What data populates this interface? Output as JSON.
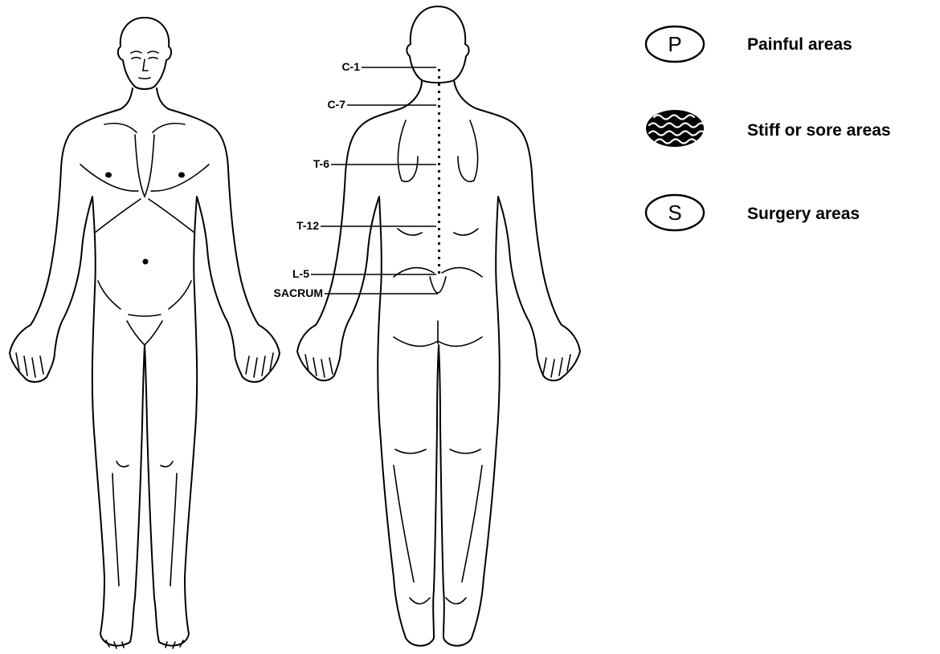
{
  "spine_levels": [
    {
      "id": "c1",
      "label": "C-1"
    },
    {
      "id": "c7",
      "label": "C-7"
    },
    {
      "id": "t6",
      "label": "T-6"
    },
    {
      "id": "t12",
      "label": "T-12"
    },
    {
      "id": "l5",
      "label": "L-5"
    },
    {
      "id": "sacrum",
      "label": "SACRUM"
    }
  ],
  "legend": {
    "painful": {
      "symbol": "P",
      "label": "Painful areas"
    },
    "stiff": {
      "label": "Stiff or sore areas"
    },
    "surgery": {
      "symbol": "S",
      "label": "Surgery areas"
    }
  }
}
